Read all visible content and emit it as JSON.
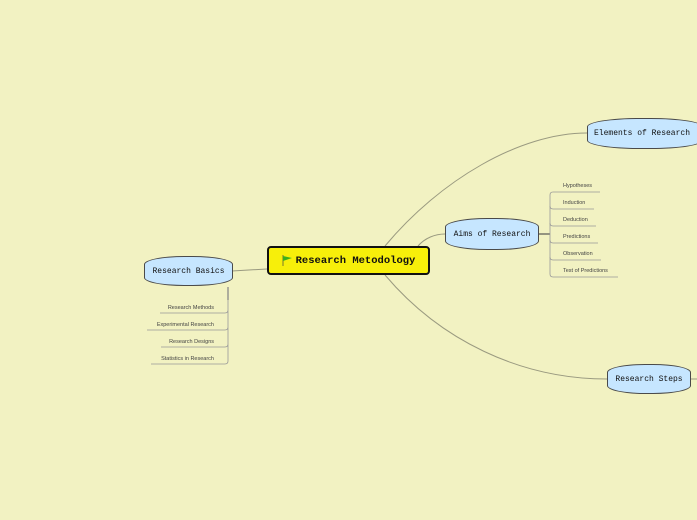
{
  "central": {
    "label": "Research Metodology",
    "icon": "flag-icon"
  },
  "topics": {
    "basics": {
      "label": "Research Basics",
      "children": [
        "Research Methods",
        "Experimental Research",
        "Research Designs",
        "Statistics in Research"
      ]
    },
    "aims": {
      "label": "Aims of Research",
      "children": [
        "Hypotheses",
        "Induction",
        "Deduction",
        "Predictions",
        "Observation",
        "Test of Predictions"
      ]
    },
    "elements": {
      "label": "Elements of Research"
    },
    "steps": {
      "label": "Research Steps"
    }
  },
  "colors": {
    "background": "#f2f2c2",
    "central": "#f7ef0a",
    "topic": "#c6e6ff",
    "line": "#9a9a80"
  }
}
